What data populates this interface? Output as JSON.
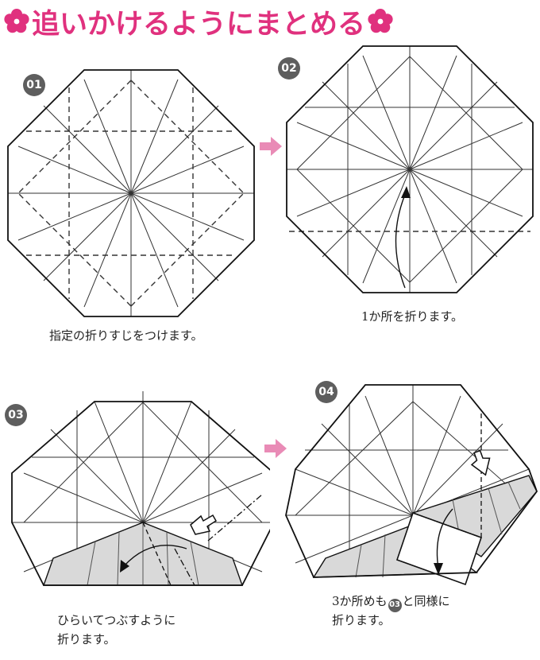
{
  "title": {
    "text": "追いかけるようにまとめる",
    "flower_icon": "plum-flower-icon",
    "accent": "#e0317e"
  },
  "steps": [
    {
      "badge": "01",
      "caption": "指定の折りすじをつけます。"
    },
    {
      "badge": "02",
      "caption": "1か所を折ります。"
    },
    {
      "badge": "03",
      "caption_line1": "ひらいてつぶすように",
      "caption_line2": "折ります。"
    },
    {
      "badge": "04",
      "caption_pre": "3か所めも",
      "caption_ref": "03",
      "caption_post": "と同様に",
      "caption_line2": "折ります。"
    }
  ],
  "colors": {
    "badge": "#5e5e5e",
    "arrow": "#e98bb6",
    "shade": "#d9d9d9",
    "line": "#333333"
  }
}
